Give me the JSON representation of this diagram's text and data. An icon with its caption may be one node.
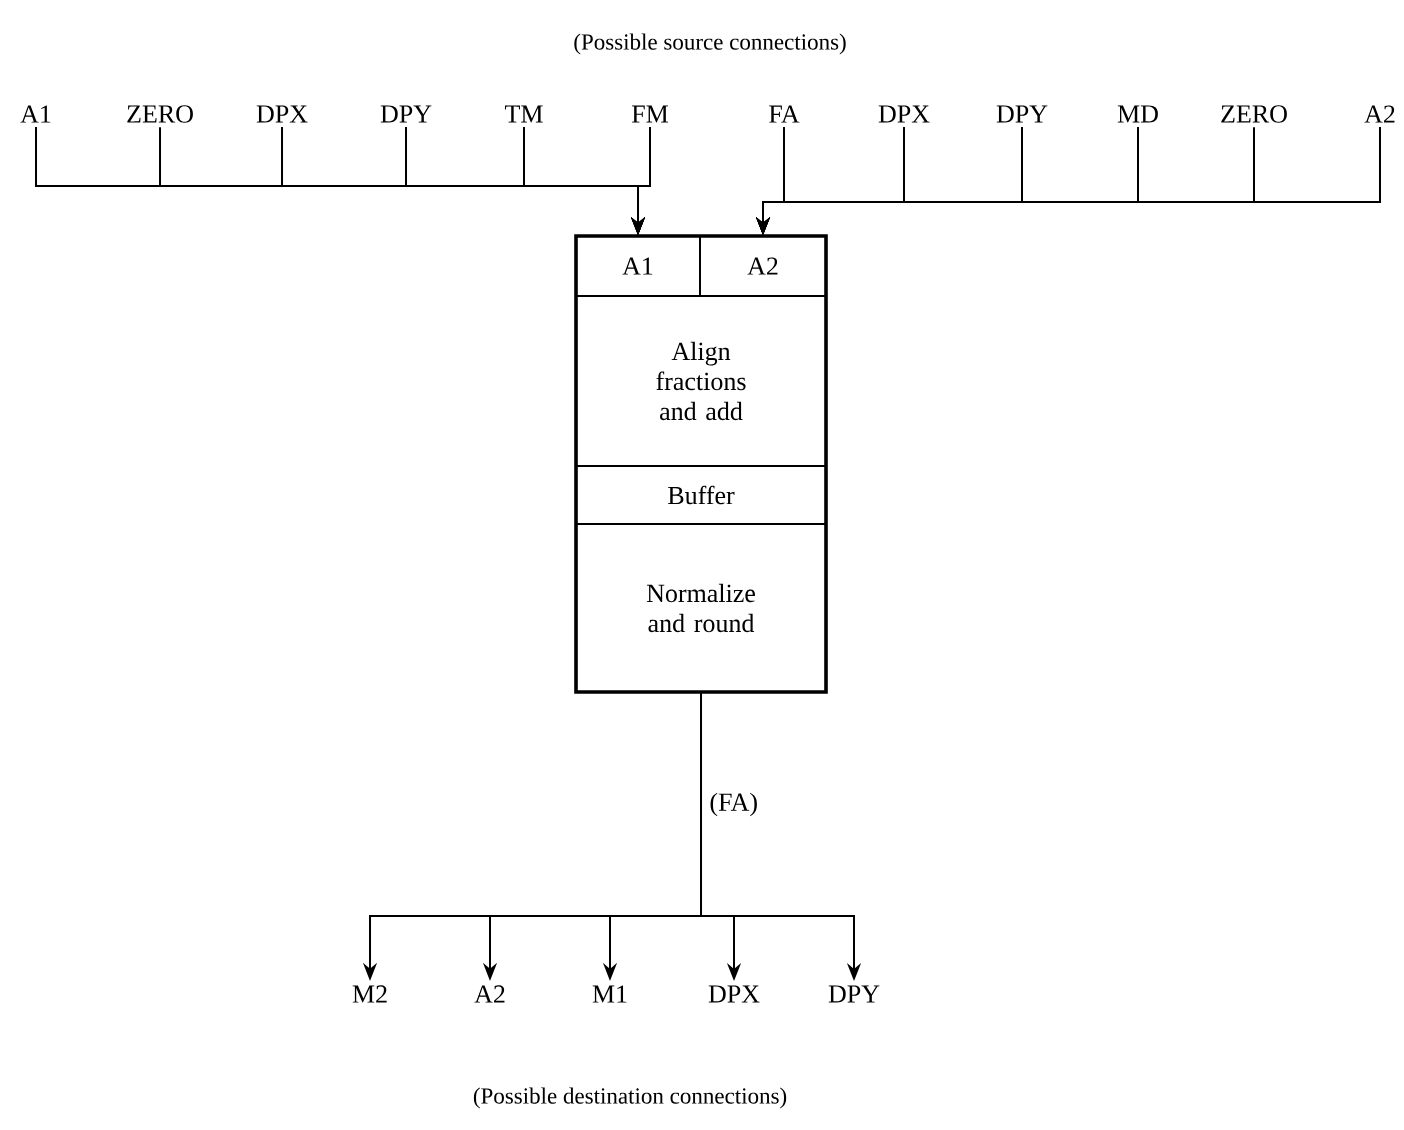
{
  "diagram": {
    "nodes": [
      {
        "text": [],
        "shape": "box"
      },
      {
        "text": [
          "A1"
        ],
        "in": 0
      },
      {
        "text": [
          "A2"
        ],
        "in": 0
      },
      {
        "text": [
          "Align fractions and add"
        ],
        "in": 0
      },
      {
        "text": [
          "Buffer"
        ],
        "in": 0
      },
      {
        "text": [
          "Normalize and round"
        ],
        "in": 0
      },
      {
        "text": [
          "A1"
        ]
      },
      {
        "text": [
          "ZERO"
        ]
      },
      {
        "text": [
          "DPX"
        ]
      },
      {
        "text": [
          "DPY"
        ]
      },
      {
        "text": [
          "TM"
        ]
      },
      {
        "text": [
          "FM"
        ]
      },
      {
        "text": [
          "FA"
        ]
      },
      {
        "text": [
          "DPX"
        ]
      },
      {
        "text": [
          "DPY"
        ]
      },
      {
        "text": [
          "MD"
        ]
      },
      {
        "text": [
          "ZERO"
        ]
      },
      {
        "text": [
          "A2"
        ]
      },
      {
        "text": [
          "M2"
        ]
      },
      {
        "text": [
          "A2"
        ]
      },
      {
        "text": [
          "M1"
        ]
      },
      {
        "text": [
          "DPX"
        ]
      },
      {
        "text": [
          "DPY"
        ]
      }
    ],
    "edges": [
      {
        "from": 6,
        "to": 1,
        "arrow": "to"
      },
      {
        "from": 7,
        "to": 1,
        "arrow": "to"
      },
      {
        "from": 8,
        "to": 1,
        "arrow": "to"
      },
      {
        "from": 9,
        "to": 1,
        "arrow": "to"
      },
      {
        "from": 10,
        "to": 1,
        "arrow": "to"
      },
      {
        "from": 11,
        "to": 1,
        "arrow": "to"
      },
      {
        "from": 12,
        "to": 2,
        "arrow": "to"
      },
      {
        "from": 13,
        "to": 2,
        "arrow": "to"
      },
      {
        "from": 14,
        "to": 2,
        "arrow": "to"
      },
      {
        "from": 15,
        "to": 2,
        "arrow": "to"
      },
      {
        "from": 16,
        "to": 2,
        "arrow": "to"
      },
      {
        "from": 17,
        "to": 2,
        "arrow": "to"
      },
      {
        "from": 5,
        "to": 18,
        "arrow": "to",
        "label": "(FA)"
      },
      {
        "from": 5,
        "to": 19,
        "arrow": "to"
      },
      {
        "from": 5,
        "to": 20,
        "arrow": "to"
      },
      {
        "from": 5,
        "to": 21,
        "arrow": "to"
      },
      {
        "from": 5,
        "to": 22,
        "arrow": "to"
      }
    ],
    "labels": [
      "(Possible source connections)",
      "(Possible destination connections)"
    ]
  }
}
